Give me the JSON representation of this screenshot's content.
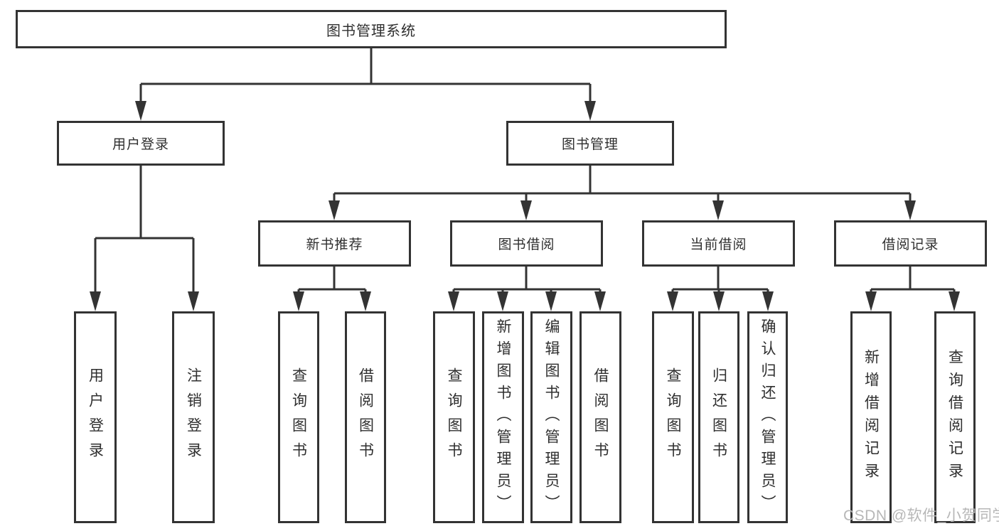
{
  "diagram": {
    "tree": {
      "label": "图书管理系统",
      "children": [
        {
          "label": "用户登录",
          "children": [
            {
              "label": "用户登录"
            },
            {
              "label": "注销登录"
            }
          ]
        },
        {
          "label": "图书管理",
          "children": [
            {
              "label": "新书推荐",
              "children": [
                {
                  "label": "查询图书"
                },
                {
                  "label": "借阅图书"
                }
              ]
            },
            {
              "label": "图书借阅",
              "children": [
                {
                  "label": "查询图书"
                },
                {
                  "label": "新增图书（管理员）"
                },
                {
                  "label": "编辑图书（管理员）"
                },
                {
                  "label": "借阅图书"
                }
              ]
            },
            {
              "label": "当前借阅",
              "children": [
                {
                  "label": "查询图书"
                },
                {
                  "label": "归还图书"
                },
                {
                  "label": "确认归还（管理员）"
                }
              ]
            },
            {
              "label": "借阅记录",
              "children": [
                {
                  "label": "新增借阅记录"
                },
                {
                  "label": "查询借阅记录"
                }
              ]
            }
          ]
        }
      ]
    },
    "colors": {
      "line": "#333333",
      "text": "#2f2f2f",
      "box_fill": "#ffffff",
      "watermark": "#b7b7b7"
    }
  },
  "watermark": "CSDN @软件_小贺同学"
}
